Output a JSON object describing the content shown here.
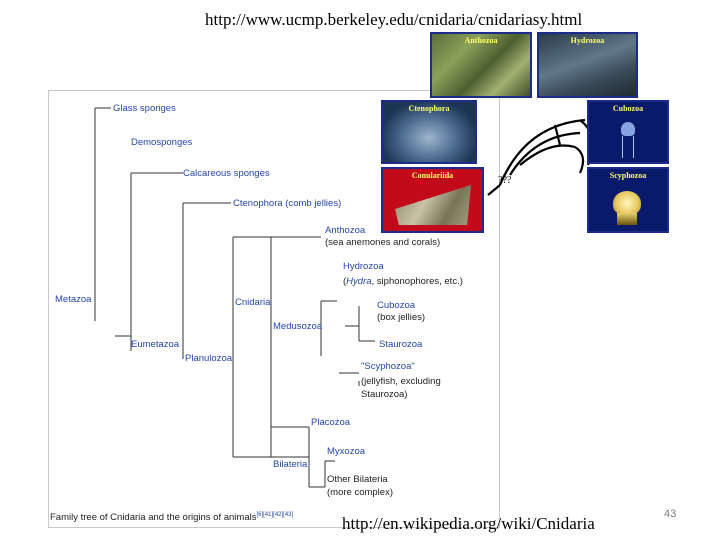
{
  "top_url": "http://www.ucmp.berkeley.edu/cnidaria/cnidariasy.html",
  "bottom_url": "http://en.wikipedia.org/wiki/Cnidaria",
  "slide_number": "43",
  "question_marks": "???",
  "thumbnails": {
    "anthozoa": "Anthozoa",
    "hydrozoa": "Hydrozoa",
    "ctenophora": "Ctenophora",
    "cubozoa": "Cubozoa",
    "conulariida": "Conulariida",
    "scyphozoa": "Scyphozoa"
  },
  "tree": {
    "glass_sponges": "Glass sponges",
    "demosponges": "Demosponges",
    "calcareous_sponges": "Calcareous sponges",
    "ctenophora": "Ctenophora (comb jellies)",
    "anthozoa": "Anthozoa",
    "anthozoa_desc": "(sea anemones and corals)",
    "hydrozoa": "Hydrozoa",
    "hydrozoa_desc_italic": "Hydra",
    "hydrozoa_desc_rest": ", siphonophores, etc.)",
    "hydrozoa_desc_open": "(",
    "metazoa": "Metazoa",
    "cnidaria": "Cnidaria",
    "cubozoa": "Cubozoa",
    "cubozoa_desc": "(box jellies)",
    "medusozoa": "Medusozoa",
    "eumetazoa": "Eumetazoa",
    "staurozoa": "Staurozoa",
    "planulozoa": "Planulozoa",
    "scyphozoa": "\"Scyphozoa\"",
    "scyphozoa_desc1": "(jellyfish, excluding",
    "scyphozoa_desc2": "Staurozoa)",
    "placozoa": "Placozoa",
    "myxozoa": "Myxozoa",
    "bilateria": "Bilateria",
    "other_bilateria": "Other Bilateria",
    "other_bilateria_desc": "(more complex)",
    "caption": "Family tree of Cnidaria and the origins of animals",
    "caption_refs": "[6][41][42][43]"
  }
}
